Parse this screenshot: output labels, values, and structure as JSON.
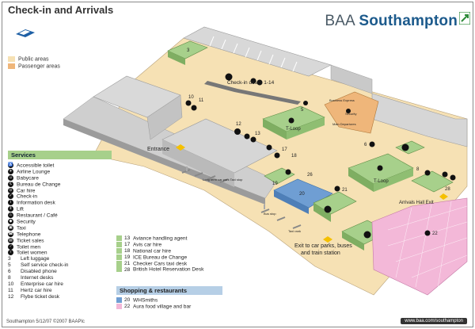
{
  "header": {
    "title": "Check-in and Arrivals",
    "brand_prefix": "BAA",
    "brand_name": "Southampton"
  },
  "legend": {
    "public_areas": "Public areas",
    "passenger_areas": "Passenger areas",
    "public_color": "#f6e1b4",
    "passenger_color": "#efb67a"
  },
  "services": {
    "heading": "Services",
    "items": [
      {
        "icon": "♿",
        "label": "Accessible toilet"
      },
      {
        "icon": "✈",
        "label": "Airline Lounge"
      },
      {
        "icon": "☺",
        "label": "Babycare"
      },
      {
        "icon": "€",
        "label": "Bureau de Change"
      },
      {
        "icon": "⊙",
        "label": "Car hire"
      },
      {
        "icon": "✓",
        "label": "Check-in"
      },
      {
        "icon": "i",
        "label": "Information desk"
      },
      {
        "icon": "⇕",
        "label": "Lift"
      },
      {
        "icon": "♨",
        "label": "Restaurant / Café"
      },
      {
        "icon": "◆",
        "label": "Security"
      },
      {
        "icon": "▣",
        "label": "Taxi"
      },
      {
        "icon": "☎",
        "label": "Telephone"
      },
      {
        "icon": "▤",
        "label": "Ticket sales"
      },
      {
        "icon": "♂",
        "label": "Toilet men"
      },
      {
        "icon": "♀",
        "label": "Toilet women"
      }
    ],
    "numbered": [
      {
        "num": "3",
        "label": "Left luggage"
      },
      {
        "num": "5",
        "label": "Self service check-in"
      },
      {
        "num": "6",
        "label": "Disabled phone"
      },
      {
        "num": "8",
        "label": "Internet desks"
      },
      {
        "num": "10",
        "label": "Enterprise car hire"
      },
      {
        "num": "11",
        "label": "Hertz car hire"
      },
      {
        "num": "12",
        "label": "Flybe ticket desk"
      }
    ],
    "numbered2": [
      {
        "num": "13",
        "label": "Aviance handling agent"
      },
      {
        "num": "17",
        "label": "Avis car hire"
      },
      {
        "num": "18",
        "label": "National car hire"
      },
      {
        "num": "19",
        "label": "ICE Bureau de Change"
      },
      {
        "num": "21",
        "label": "Checker Cars taxi desk"
      },
      {
        "num": "28",
        "label": "British Hotel Reservation Desk"
      }
    ]
  },
  "shopping": {
    "heading": "Shopping & restaurants",
    "items": [
      {
        "num": "20",
        "label": "WHSmiths",
        "color": "#6f9ed3"
      },
      {
        "num": "22",
        "label": "Aura food village and bar",
        "color": "#f3b8d8"
      }
    ]
  },
  "map_labels": {
    "checkin_desks": "Check-in desks 1-14",
    "tloop1": "T-Loop",
    "tloop2": "T-Loop",
    "entrance": "Entrance",
    "arrivals_exit": "Arrivals Hall Exit",
    "exit_car_parks": "Exit to car parks, buses",
    "train_station": "and train station",
    "business_express": "Business Express",
    "security": "Security",
    "main_departures": "Main Departures",
    "long_term": "Long term car park Taxi stop",
    "bus_stop": "Bus stop",
    "taxi_rank": "Taxi rank",
    "n3": "3",
    "n5": "5",
    "n6": "6",
    "n8": "8",
    "n10": "10",
    "n11": "11",
    "n12": "12",
    "n13": "13",
    "n17": "17",
    "n18": "18",
    "n19": "19",
    "n20": "20",
    "n21": "21",
    "n22": "22",
    "n26": "26",
    "n28": "28"
  },
  "footer": {
    "credit": "Southampton 5/12/07 ©2007 BAAPlc",
    "url": "www.baa.com/southampton"
  }
}
